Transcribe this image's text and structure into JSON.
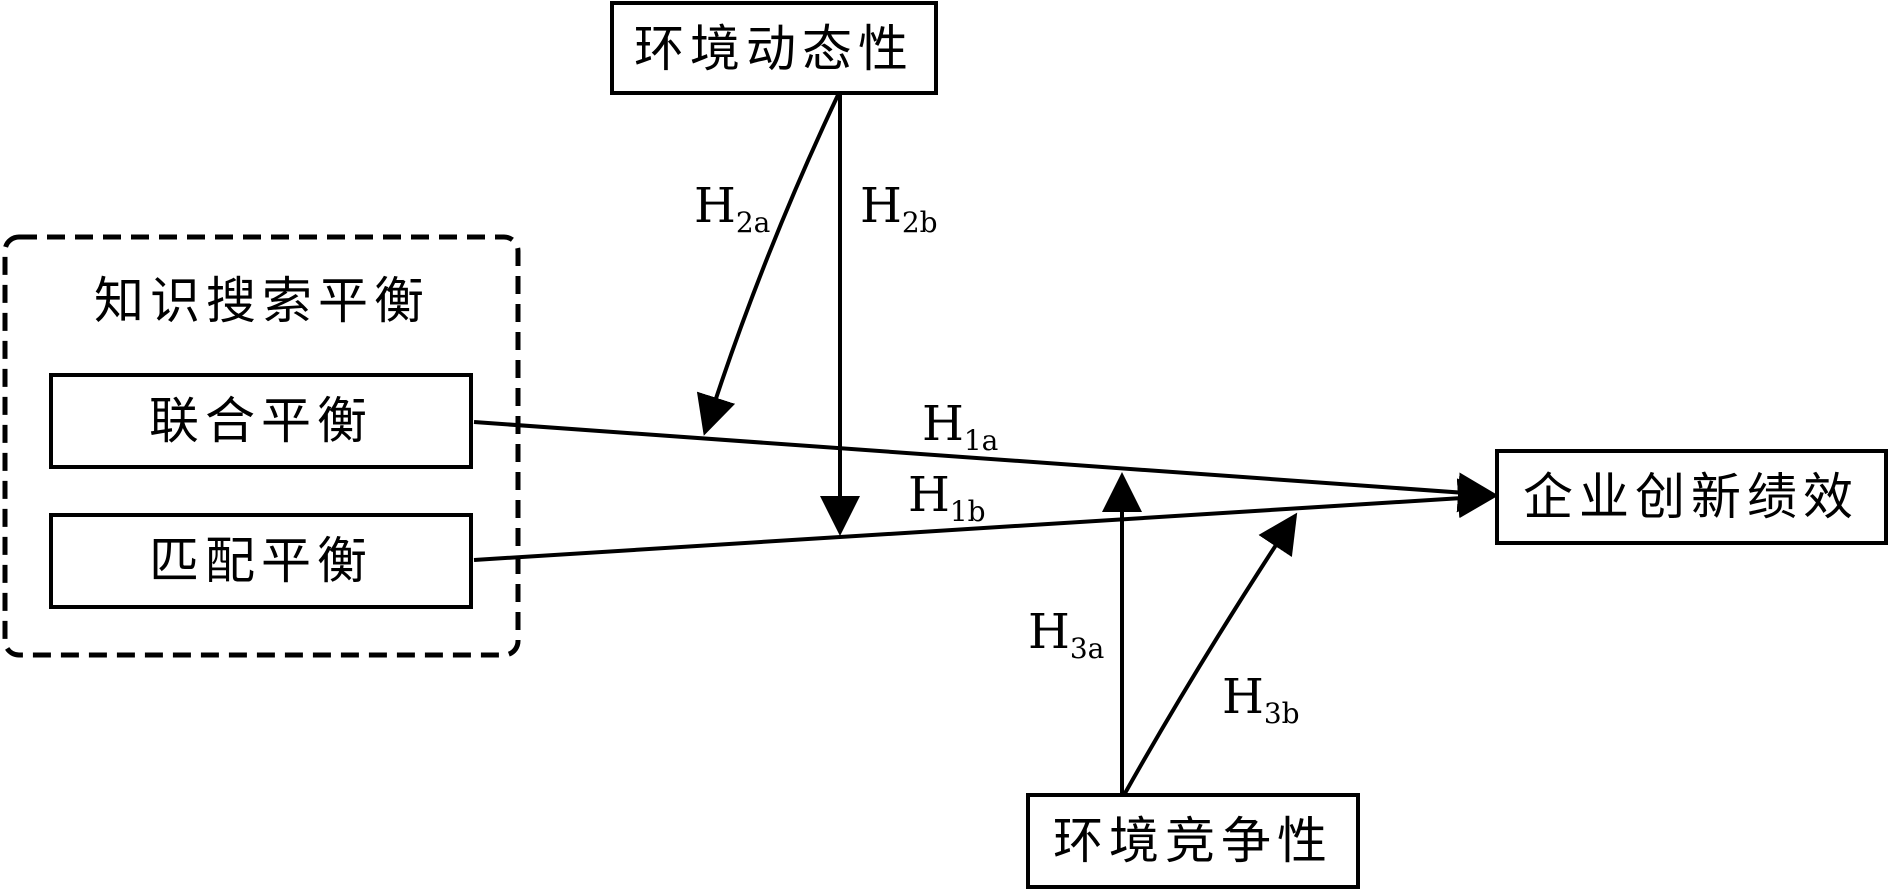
{
  "nodes": {
    "env_dynamism": "环境动态性",
    "knowledge_search_balance": "知识搜索平衡",
    "joint_balance": "联合平衡",
    "matching_balance": "匹配平衡",
    "innovation_performance": "企业创新绩效",
    "env_competitiveness": "环境竞争性"
  },
  "hypotheses": {
    "h1a": {
      "main": "H",
      "sub": "1a"
    },
    "h1b": {
      "main": "H",
      "sub": "1b"
    },
    "h2a": {
      "main": "H",
      "sub": "2a"
    },
    "h2b": {
      "main": "H",
      "sub": "2b"
    },
    "h3a": {
      "main": "H",
      "sub": "3a"
    },
    "h3b": {
      "main": "H",
      "sub": "3b"
    }
  }
}
